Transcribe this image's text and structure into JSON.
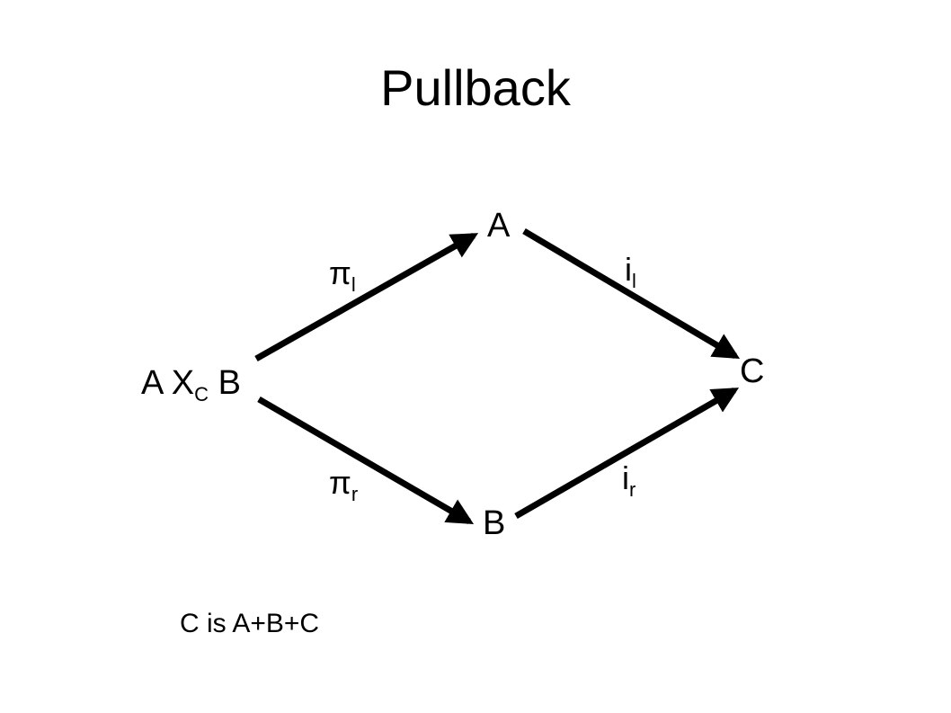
{
  "title": "Pullback",
  "nodes": {
    "top": "A",
    "right": "C",
    "bottom": "B",
    "left": {
      "pre": "A X",
      "sub": "C",
      "post": "B"
    }
  },
  "labels": {
    "pi_l": {
      "main": "π",
      "sub": "l"
    },
    "pi_r": {
      "main": "π",
      "sub": "r"
    },
    "i_l": {
      "main": "i",
      "sub": "l"
    },
    "i_r": {
      "main": "i",
      "sub": "r"
    }
  },
  "caption": "C is A+B+C",
  "colors": {
    "background": "#ffffff",
    "ink": "#000000"
  }
}
